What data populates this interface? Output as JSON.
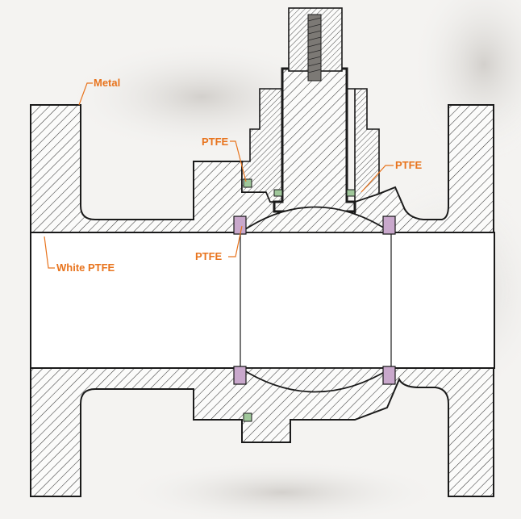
{
  "labels": {
    "metal": "Metal",
    "ptfe_top_left": "PTFE",
    "ptfe_top_right": "PTFE",
    "ptfe_ball": "PTFE",
    "white_ptfe": "White PTFE"
  },
  "colors": {
    "callout": "#e8741e",
    "outline": "#1a1a1a",
    "hatch": "#3a3a3a",
    "liner": "#ffffff",
    "seat": "#c9a8cc",
    "seal": "#9fc79a",
    "photo_shade": "#b5b2ae"
  }
}
